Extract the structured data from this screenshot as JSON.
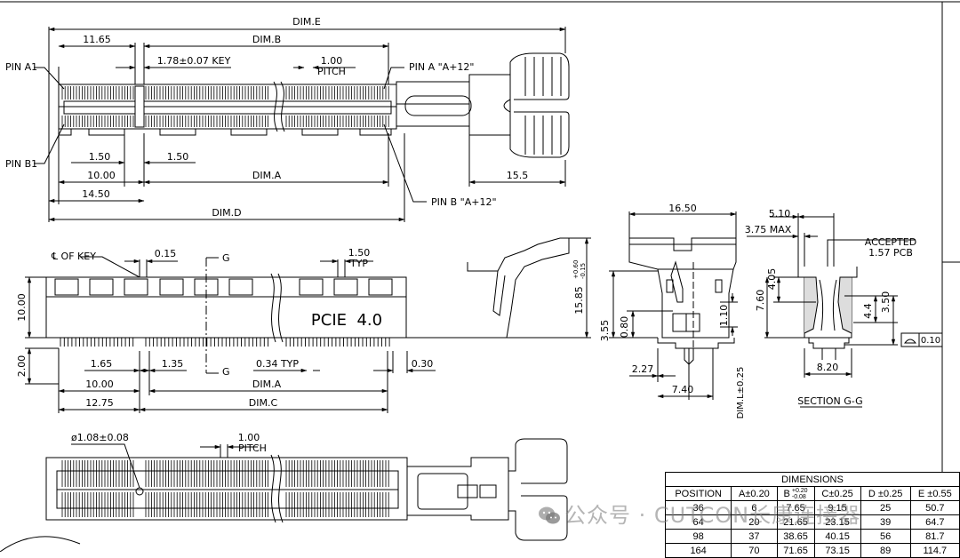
{
  "top_view": {
    "dim_e": "DIM.E",
    "dim_b": "DIM.B",
    "dim_a": "DIM.A",
    "dim_d": "DIM.D",
    "w_11_65": "11.65",
    "key": "1.78±0.07 KEY",
    "pitch_val": "1.00",
    "pitch": "PITCH",
    "pin_a1": "PIN A1",
    "pin_b1": "PIN B1",
    "pin_a_end": "PIN A \"A+12\"",
    "pin_b_end": "PIN B \"A+12\"",
    "w_1_50_a": "1.50",
    "w_1_50_b": "1.50",
    "w_10_00": "10.00",
    "w_14_50": "14.50",
    "w_15_5": "15.5"
  },
  "side_view": {
    "key_center": "℄ OF KEY",
    "w_0_15": "0.15",
    "g_top": "G",
    "w_1_50": "1.50",
    "typ": "TYP",
    "h_10_00": "10.00",
    "h_15_85": "15.85",
    "tol_plus": "+0.60",
    "tol_minus": "-0.15",
    "label": "PCIE  4.0",
    "h_2_00": "2.00",
    "w_1_65": "1.65",
    "w_1_35": "1.35",
    "g_bottom": "G",
    "w_0_34": "0.34 TYP",
    "w_0_30": "0.30",
    "w_10_00": "10.00",
    "dim_a": "DIM.A",
    "w_12_75": "12.75",
    "dim_c": "DIM.C"
  },
  "bottom_view": {
    "hole": "ø1.08±0.08",
    "pitch_val": "1.00",
    "pitch": "PITCH"
  },
  "end_view": {
    "w_16_50": "16.50",
    "h_3_55": "3.55",
    "h_0_80": "0.80",
    "h_1_10": "1.10",
    "w_2_27": "2.27",
    "w_7_40": "7.40",
    "dim_l": "DIM.L±0.25"
  },
  "section_view": {
    "w_5_10": "5.10",
    "max": "3.75 MAX",
    "accepted": "ACCEPTED",
    "pcb": "1.57 PCB",
    "h_4_05": "4.05",
    "h_7_60": "7.60",
    "h_4_4": "4.4",
    "h_3_50": "3.50",
    "flat": "0.10",
    "w_8_20": "8.20",
    "title": "SECTION G-G"
  },
  "table": {
    "title": "DIMENSIONS",
    "headers": [
      "POSITION",
      "A±0.20",
      "B",
      "C±0.25",
      "D ±0.25",
      "E ±0.55"
    ],
    "b_tol_plus": "+0.20",
    "b_tol_minus": "-0.08",
    "rows": [
      [
        "36",
        "6",
        "7.65",
        "9.15",
        "25",
        "50.7"
      ],
      [
        "64",
        "20",
        "21.65",
        "23.15",
        "39",
        "64.7"
      ],
      [
        "98",
        "37",
        "38.65",
        "40.15",
        "56",
        "81.7"
      ],
      [
        "164",
        "70",
        "71.65",
        "73.15",
        "89",
        "114.7"
      ]
    ]
  },
  "watermark": "公众号 · CUTCON长康连接器"
}
